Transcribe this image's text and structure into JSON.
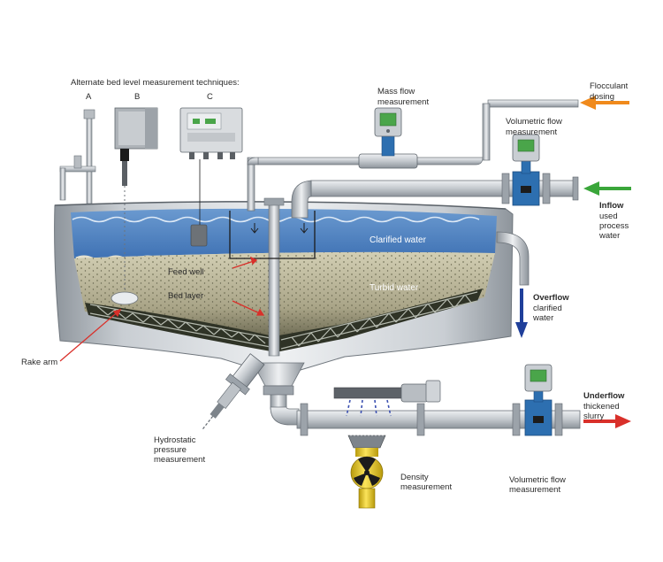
{
  "header": {
    "title": "Alternate bed level measurement techniques:"
  },
  "options": {
    "a": "A",
    "b": "B",
    "c": "C"
  },
  "labels": {
    "clarified_water": "Clarified water",
    "turbid_water": "Turbid water",
    "feed_well": "Feed well",
    "bed_layer": "Bed layer",
    "rake_arm": "Rake arm",
    "mass_flow_1": "Mass flow",
    "mass_flow_2": "measurement",
    "vol_flow_top_1": "Volumetric flow",
    "vol_flow_top_2": "measurement",
    "flocculant_1": "Flocculant",
    "flocculant_2": "dosing",
    "inflow_title": "Inflow",
    "inflow_1": "used",
    "inflow_2": "process",
    "inflow_3": "water",
    "overflow_title": "Overflow",
    "overflow_1": "clarified",
    "overflow_2": "water",
    "underflow_title": "Underflow",
    "underflow_1": "thickened",
    "underflow_2": "slurry",
    "hydro_1": "Hydrostatic",
    "hydro_2": "pressure",
    "hydro_3": "measurement",
    "density_1": "Density",
    "density_2": "measurement",
    "vol_flow_bottom_1": "Volumetric flow",
    "vol_flow_bottom_2": "measurement"
  },
  "colors": {
    "water": "#4f86c6",
    "water_dark": "#2f5fa0",
    "sediment": "#c8c2a4",
    "steel": "#b9bec4",
    "steel_dark": "#7d848c",
    "meter_blue": "#2d6fb0",
    "arrow_orange": "#f08a1c",
    "arrow_green": "#3aa63a",
    "arrow_red": "#d9302a",
    "arrow_blue": "#1f3f9a",
    "radiation_yellow": "#f2d21a"
  }
}
